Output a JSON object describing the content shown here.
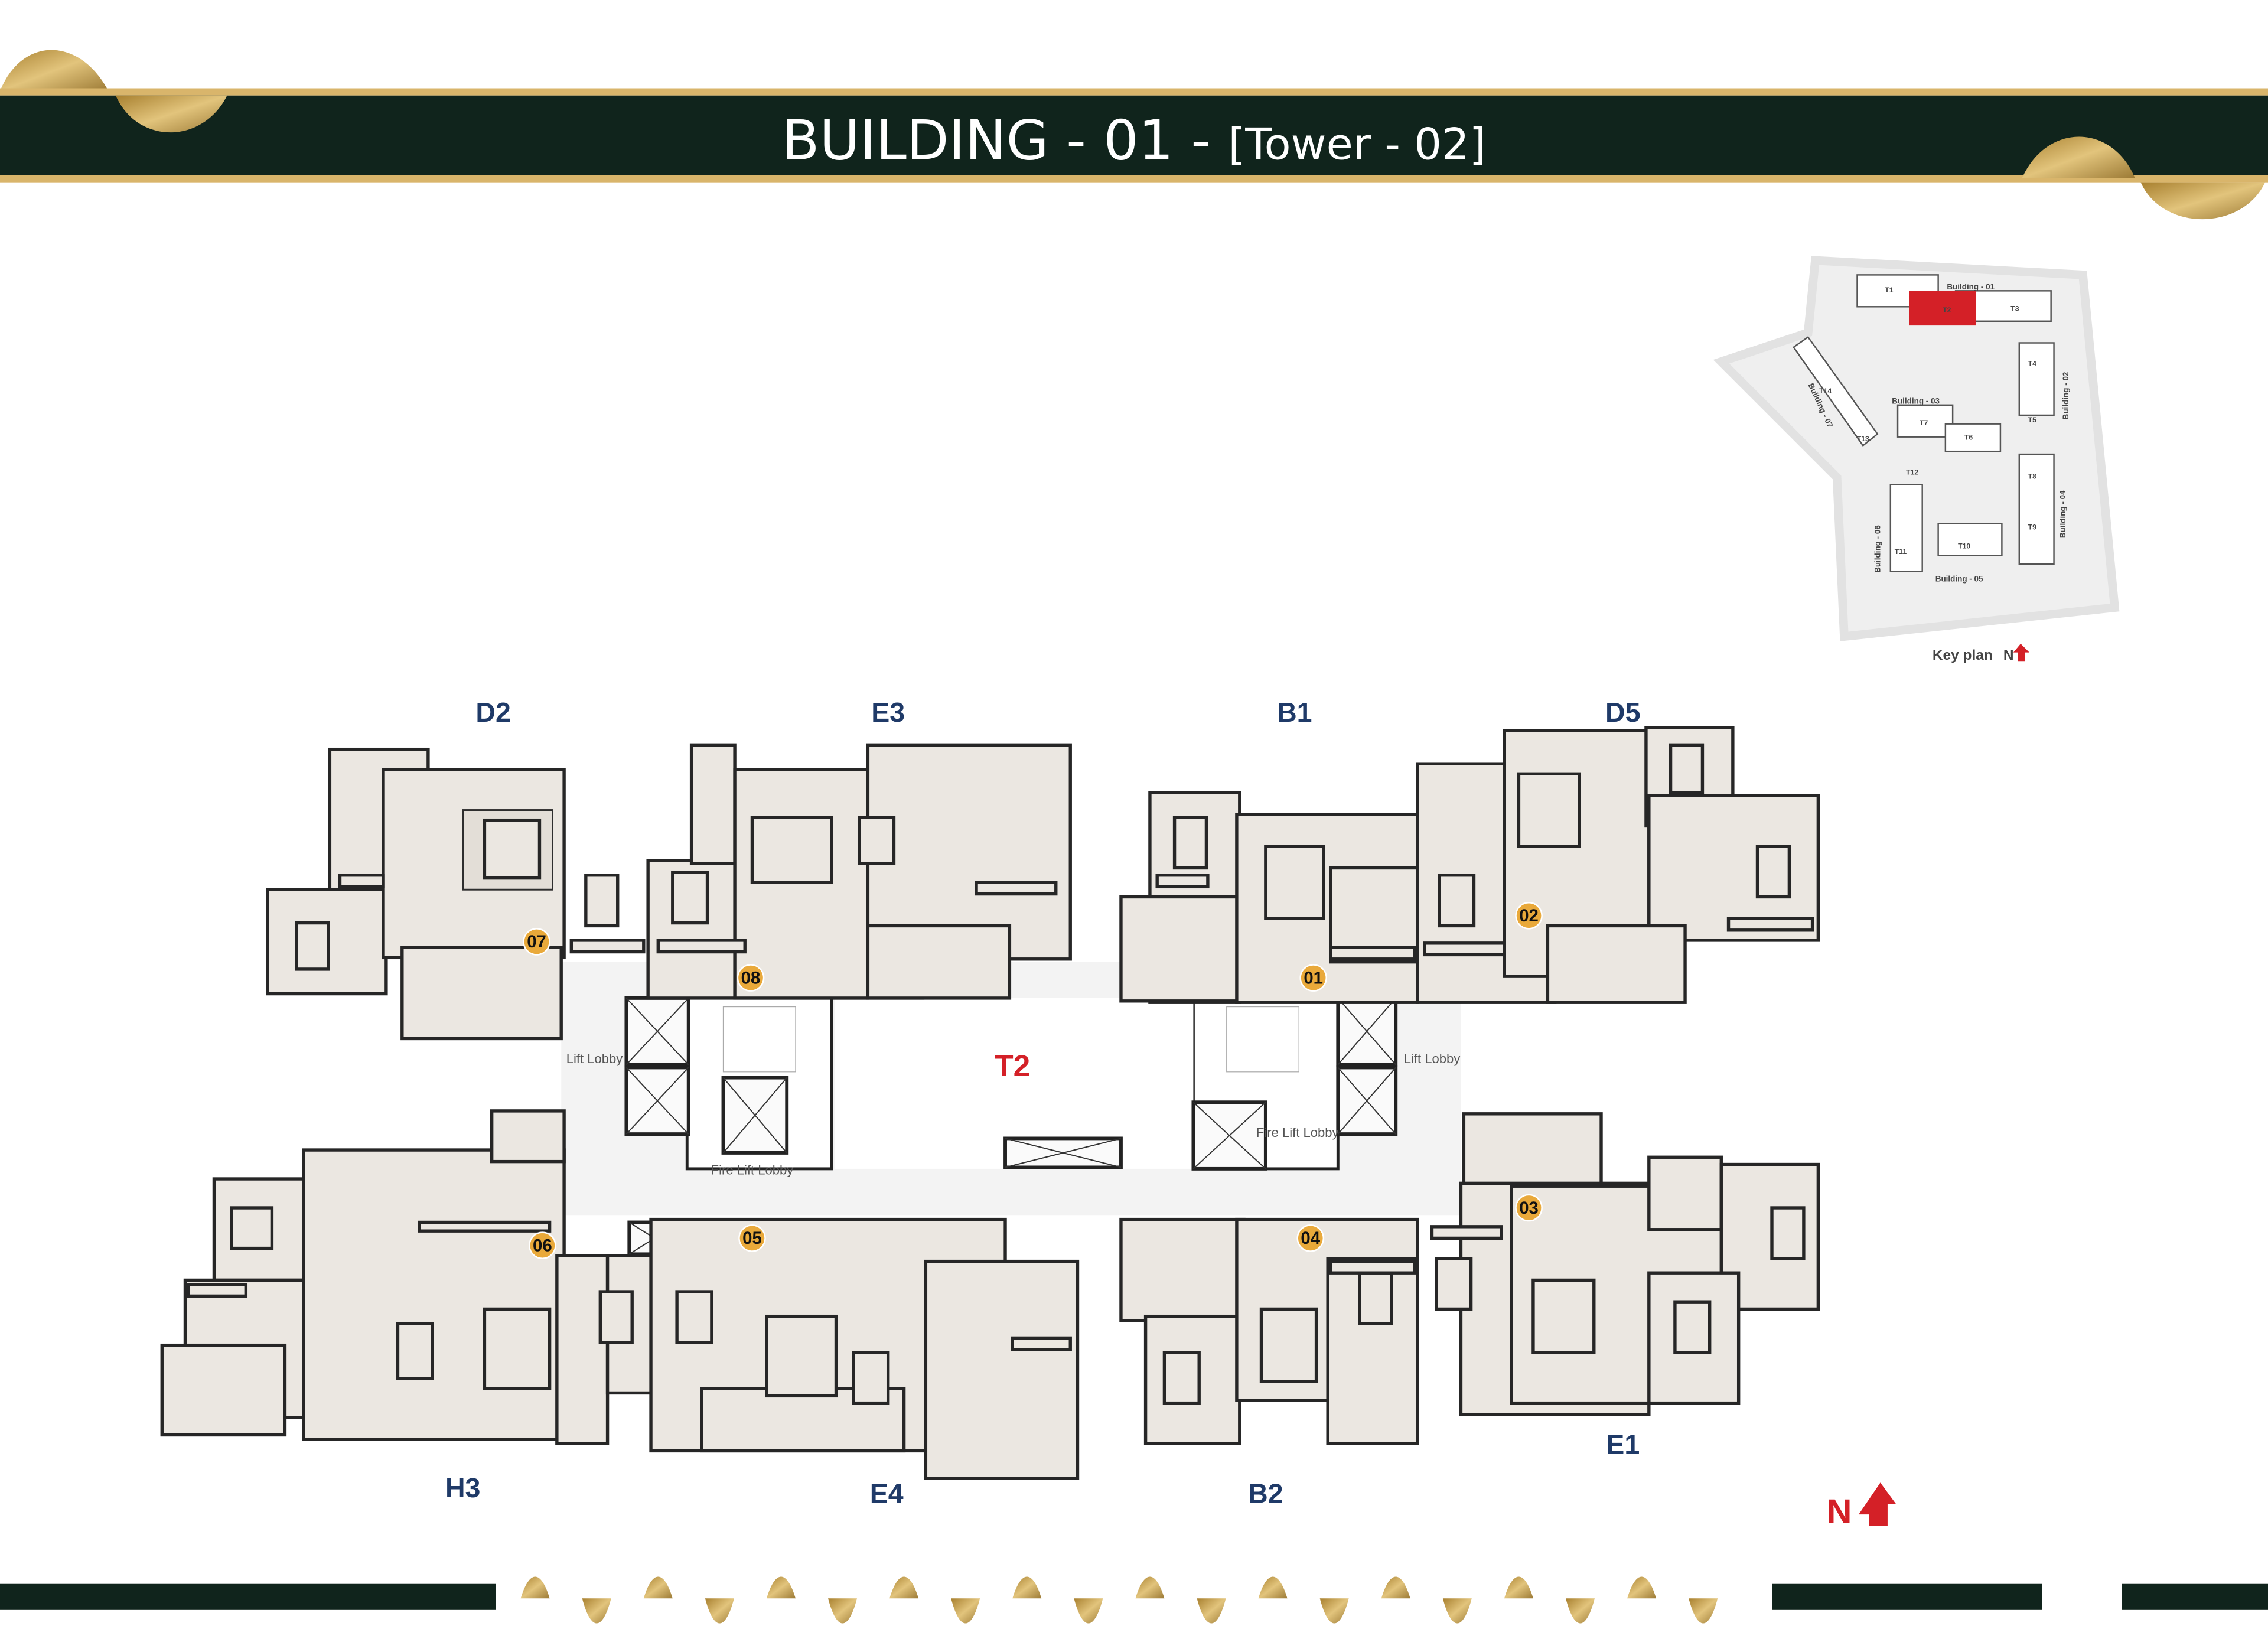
{
  "header": {
    "title_main": "BUILDING - 01 - ",
    "title_sub": "[Tower - 02]"
  },
  "colors": {
    "band_green": "#10241c",
    "gold": "#c9a35a",
    "unit_label_blue": "#1f3a68",
    "accent_red": "#d42027",
    "badge_orange": "#e9a93a"
  },
  "key_plan": {
    "label": "Key plan",
    "north": "N",
    "buildings": [
      "Building - 01",
      "Building - 02",
      "Building - 03",
      "Building - 04",
      "Building - 05",
      "Building - 06",
      "Building - 07"
    ],
    "towers": [
      "T1",
      "T2",
      "T3",
      "T4",
      "T5",
      "T6",
      "T7",
      "T8",
      "T9",
      "T10",
      "T11",
      "T12",
      "T13",
      "T14"
    ],
    "highlighted_tower": "T2"
  },
  "floor_plan": {
    "tower_label": "T2",
    "unit_types": {
      "top": [
        "D2",
        "E3",
        "B1",
        "D5"
      ],
      "bottom": [
        "H3",
        "E4",
        "B2",
        "E1"
      ]
    },
    "unit_numbers": [
      "01",
      "02",
      "03",
      "04",
      "05",
      "06",
      "07",
      "08"
    ],
    "lift_lobby": "Lift Lobby",
    "fire_lift_lobby": "Fire Lift Lobby",
    "north": "N"
  }
}
